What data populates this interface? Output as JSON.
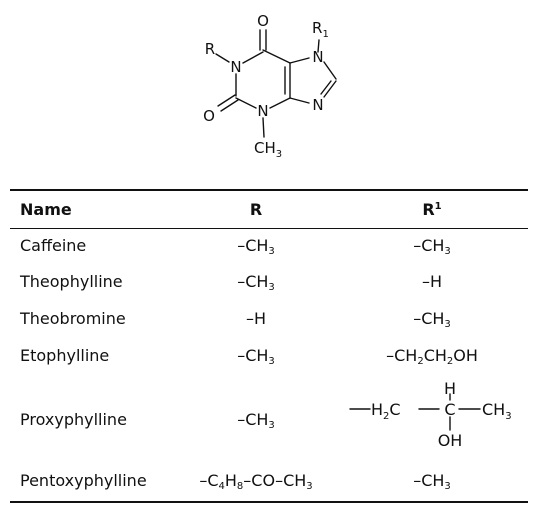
{
  "structure": {
    "atoms": {
      "o_top": "O",
      "o_left": "O",
      "n1": "N",
      "n3": "N",
      "n7": "N",
      "n9": "N",
      "r_left": "R",
      "r1_main": "R",
      "r1_sub": "1",
      "ch3_main": "CH",
      "ch3_sub": "3"
    }
  },
  "table": {
    "headers": {
      "name": "Name",
      "r": "R",
      "r1_main": "R",
      "r1_sup": "1"
    },
    "rows": [
      {
        "name": "Caffeine",
        "r": [
          {
            "t": "–CH"
          },
          {
            "sub": "3"
          }
        ],
        "r1": [
          {
            "t": "–CH"
          },
          {
            "sub": "3"
          }
        ]
      },
      {
        "name": "Theophylline",
        "r": [
          {
            "t": "–CH"
          },
          {
            "sub": "3"
          }
        ],
        "r1": [
          {
            "t": "–H"
          }
        ]
      },
      {
        "name": "Theobromine",
        "r": [
          {
            "t": "–H"
          }
        ],
        "r1": [
          {
            "t": "–CH"
          },
          {
            "sub": "3"
          }
        ]
      },
      {
        "name": "Etophylline",
        "r": [
          {
            "t": "–CH"
          },
          {
            "sub": "3"
          }
        ],
        "r1": [
          {
            "t": "–CH"
          },
          {
            "sub": "2"
          },
          {
            "t": "CH"
          },
          {
            "sub": "2"
          },
          {
            "t": "OH"
          }
        ]
      },
      {
        "name": "Proxyphylline",
        "r": [
          {
            "t": "–CH"
          },
          {
            "sub": "3"
          }
        ],
        "r1": []
      },
      {
        "name": "Pentoxyphylline",
        "r": [
          {
            "t": "–C"
          },
          {
            "sub": "4"
          },
          {
            "t": "H"
          },
          {
            "sub": "8"
          },
          {
            "t": "–CO–CH"
          },
          {
            "sub": "3"
          }
        ],
        "r1": [
          {
            "t": "–CH"
          },
          {
            "sub": "3"
          }
        ]
      }
    ],
    "proxyphylline_r1": {
      "h_top": "H",
      "h2c_main": "H",
      "h2c_sub": "2",
      "h2c_c": "C",
      "c_mid": "C",
      "ch3_main": "CH",
      "ch3_sub": "3",
      "oh": "OH"
    }
  }
}
